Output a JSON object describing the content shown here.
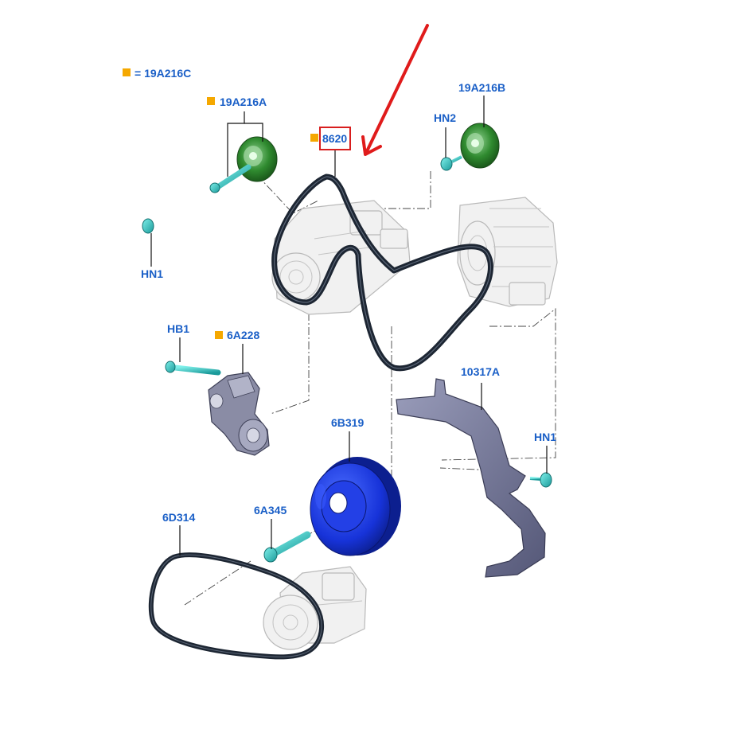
{
  "legend": {
    "marker_color": "#f5a800",
    "text": "= 19A216C"
  },
  "labels": {
    "idler_a": "19A216A",
    "idler_b": "19A216B",
    "belt_main": "8620",
    "hn2": "HN2",
    "hn1_left": "HN1",
    "hb1": "HB1",
    "tensioner": "6A228",
    "bracket": "10317A",
    "hn1_right": "HN1",
    "damper": "6B319",
    "bolt": "6A345",
    "belt_small": "6D314"
  },
  "colors": {
    "label_text": "#1a5fc7",
    "marker": "#f5a800",
    "highlight_box": "#d81e1e",
    "arrow": "#e01b1b",
    "idler_pulley": "#2f8a2f",
    "fastener": "#27b3b3",
    "belt": "#1d2633",
    "damper": "#1733d9",
    "bracket": "#6f7394",
    "tensioner": "#8a8ca5"
  },
  "icons": [
    "marker-square",
    "callout-arrow",
    "highlight-box"
  ]
}
